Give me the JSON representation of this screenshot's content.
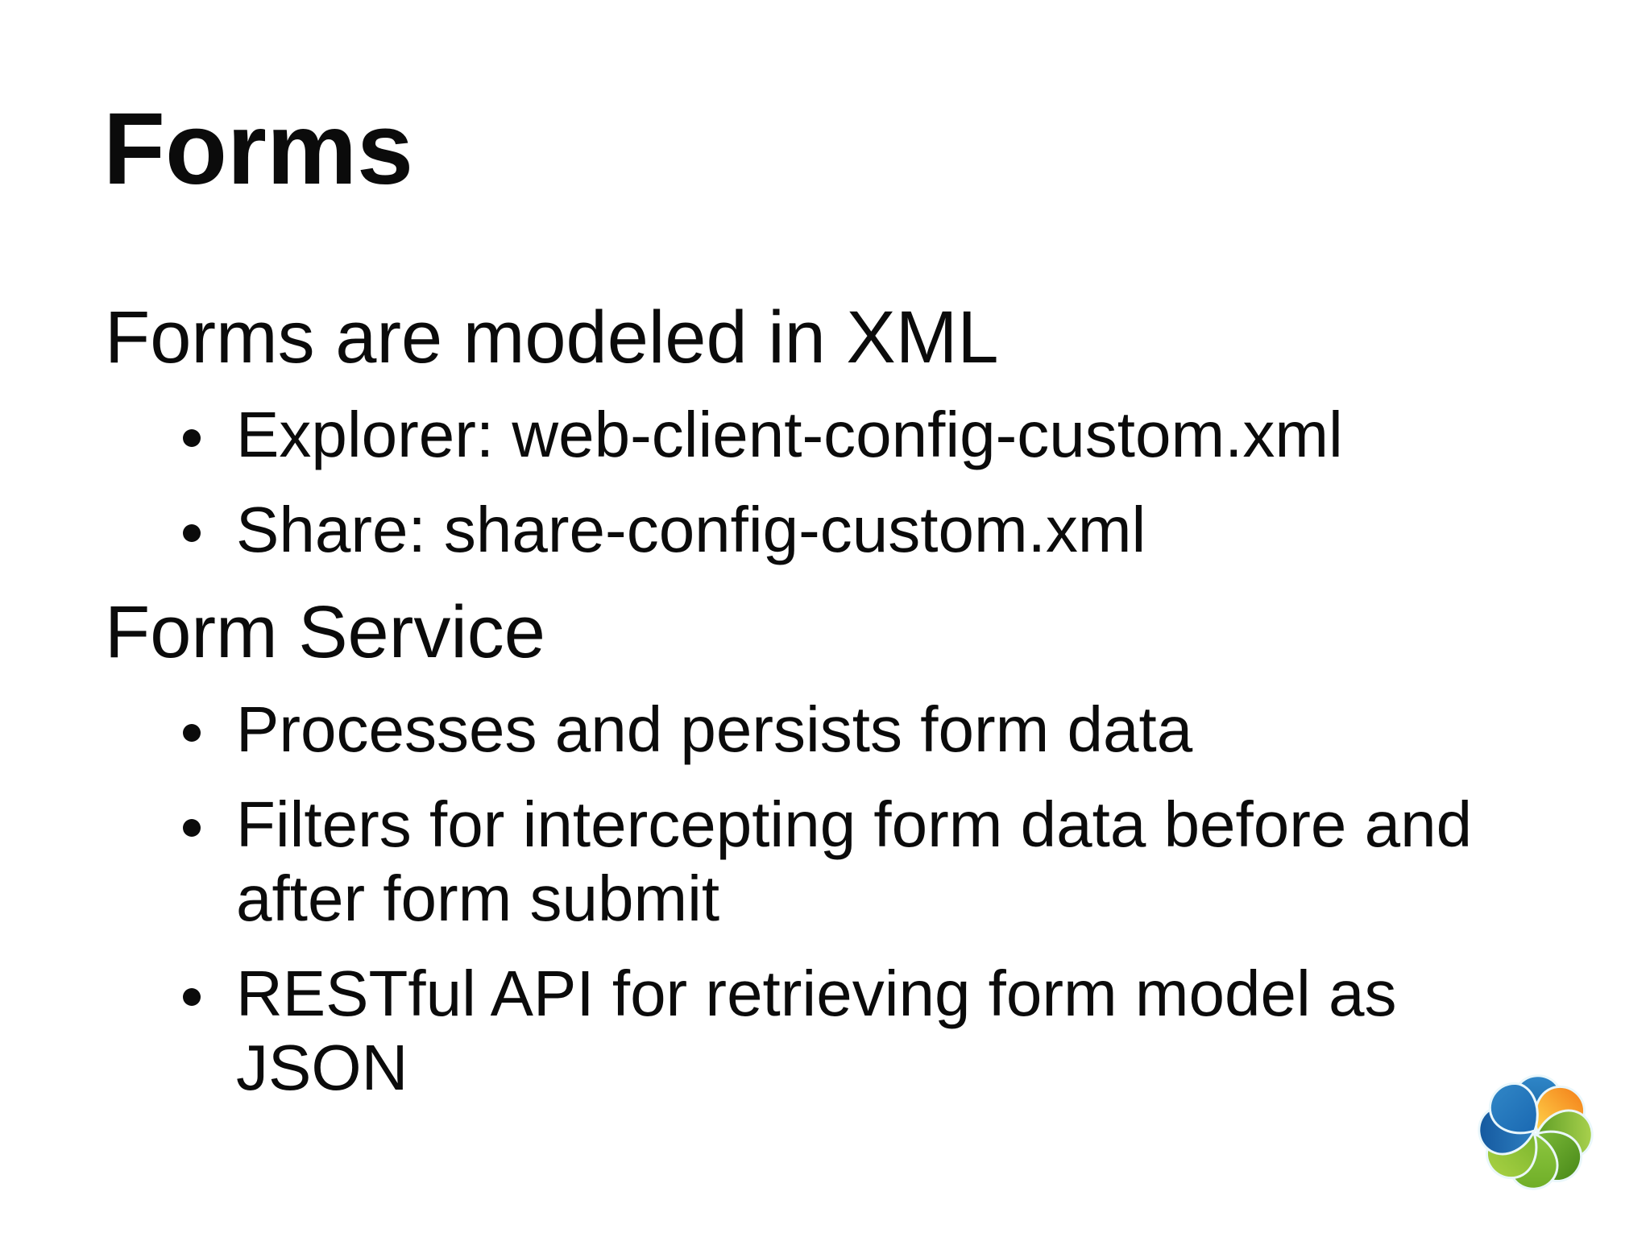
{
  "slide": {
    "title": "Forms",
    "background_color": "#ffffff",
    "text_color": "#0b0b0b",
    "content": {
      "blocks": [
        {
          "type": "heading",
          "text": "Forms are modeled in XML"
        },
        {
          "type": "bullet",
          "text": "Explorer: web-client-config-custom.xml"
        },
        {
          "type": "bullet",
          "text": "Share: share-config-custom.xml"
        },
        {
          "type": "heading",
          "text": "Form Service"
        },
        {
          "type": "bullet",
          "text": "Processes and persists form data"
        },
        {
          "type": "bullet",
          "text": "Filters for intercepting form data before and after form submit"
        },
        {
          "type": "bullet",
          "text": "RESTful API for retrieving form model as JSON"
        }
      ]
    },
    "logo": {
      "name": "alfresco-flower-logo",
      "gap_color": "#eaf7fb",
      "petals": [
        {
          "position": "top",
          "from": "#2f86c8",
          "to": "#16629f"
        },
        {
          "position": "top-right",
          "from": "#f5891f",
          "to": "#ffd24a"
        },
        {
          "position": "right",
          "from": "#a9d14d",
          "to": "#5f9e26"
        },
        {
          "position": "bottom-right",
          "from": "#4f8f1d",
          "to": "#7ab837"
        },
        {
          "position": "bottom",
          "from": "#6fae28",
          "to": "#8dc63f"
        },
        {
          "position": "bottom-left",
          "from": "#a4ce41",
          "to": "#7cb62e"
        },
        {
          "position": "left",
          "from": "#15599f",
          "to": "#2e7fc0"
        },
        {
          "position": "top-left",
          "from": "#2e83c4",
          "to": "#1b6ab3"
        }
      ]
    }
  }
}
